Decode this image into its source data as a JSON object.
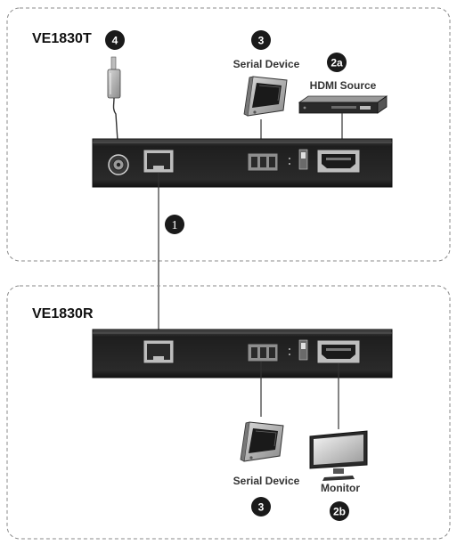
{
  "transmitter": {
    "title": "VE1830T",
    "step_power": "4",
    "step_serial": "3",
    "serial_label": "Serial Device",
    "step_hdmi": "2a",
    "hdmi_label": "HDMI Source"
  },
  "cable": {
    "step": "1"
  },
  "receiver": {
    "title": "VE1830R",
    "serial_label": "Serial Device",
    "step_serial": "3",
    "monitor_label": "Monitor",
    "step_monitor": "2b"
  },
  "icons": {
    "power": "power-adapter-icon",
    "serial": "serial-device-icon",
    "hdmi_source": "hdmi-source-icon",
    "monitor": "monitor-icon",
    "rj45": "rj45-port-icon",
    "hdmi_port": "hdmi-port-icon",
    "terminal_block": "terminal-block-icon",
    "dip_switch": "dip-switch-icon"
  },
  "colors": {
    "unit_body": "#2b2b2b",
    "badge": "#1a1a1a",
    "frame": "#8a8a8a"
  }
}
